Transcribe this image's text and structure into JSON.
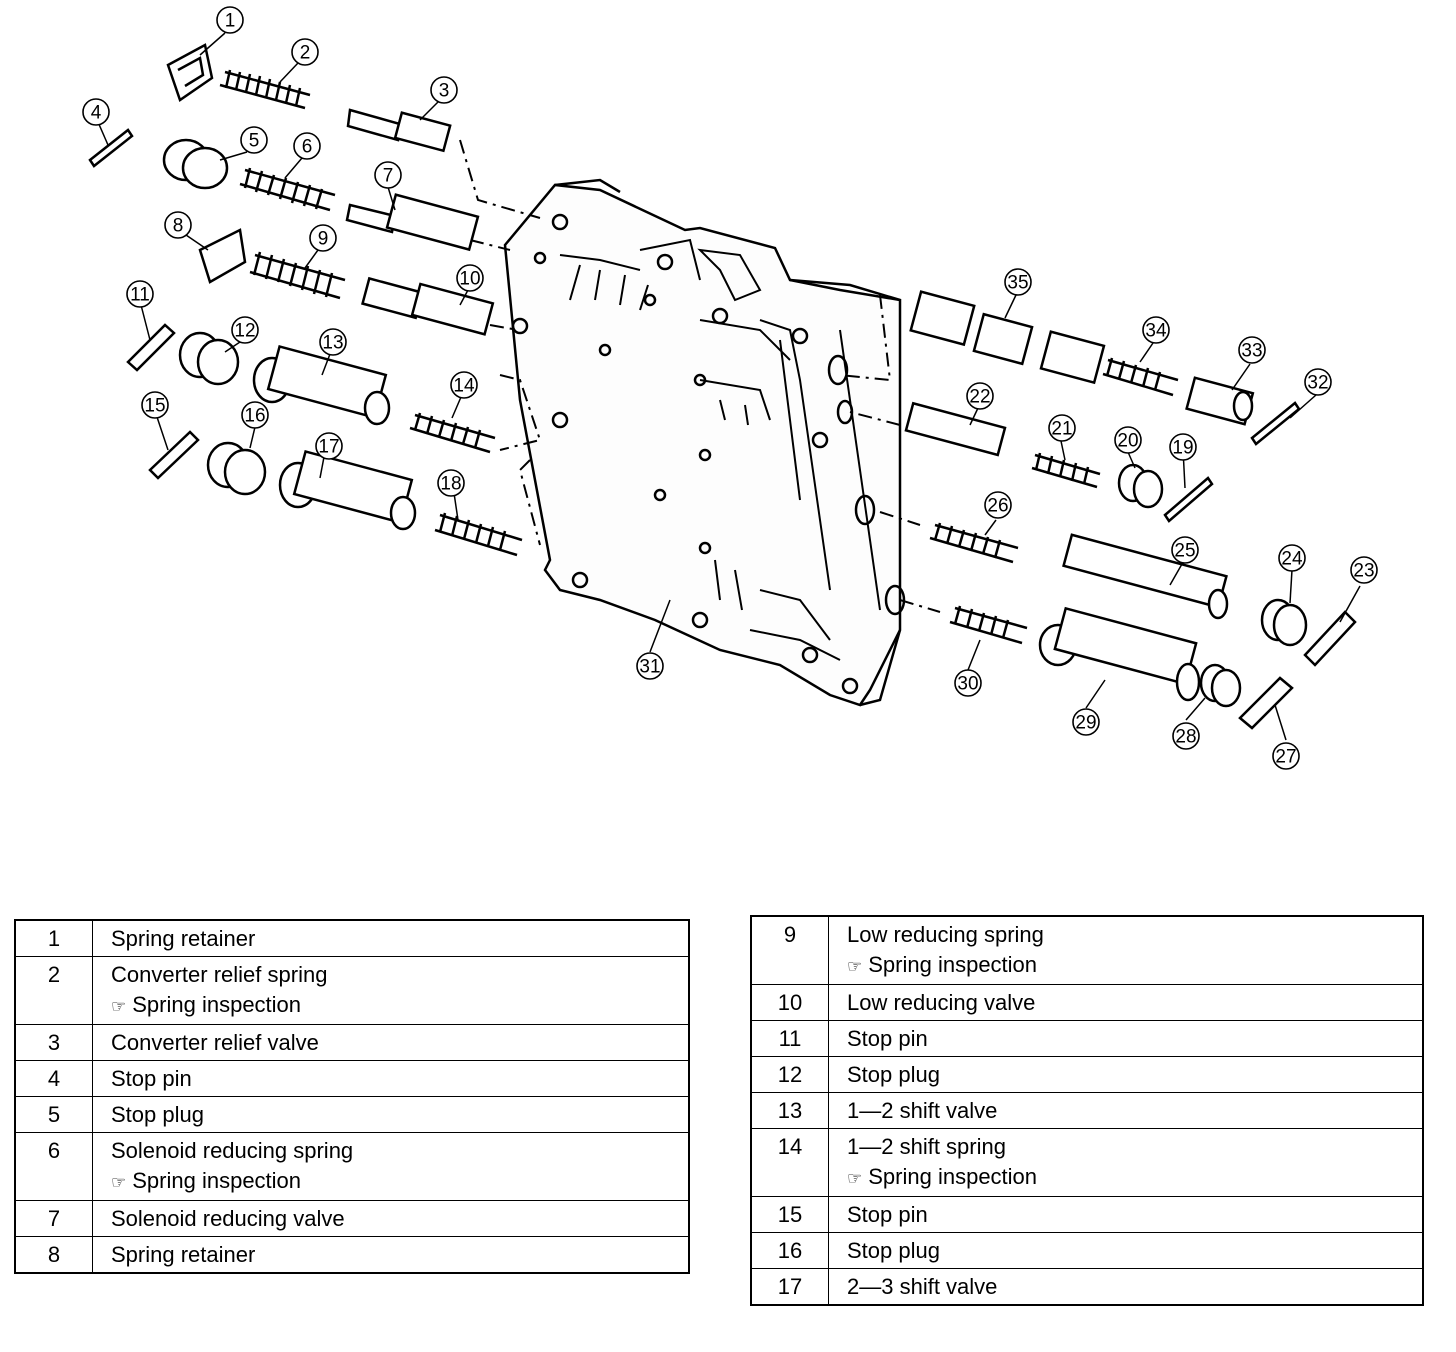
{
  "diagram": {
    "callouts": [
      "1",
      "2",
      "3",
      "4",
      "5",
      "6",
      "7",
      "8",
      "9",
      "10",
      "11",
      "12",
      "13",
      "14",
      "15",
      "16",
      "17",
      "18",
      "19",
      "20",
      "21",
      "22",
      "23",
      "24",
      "25",
      "26",
      "27",
      "28",
      "29",
      "30",
      "31",
      "32",
      "33",
      "34",
      "35"
    ]
  },
  "ref_icon": "pointing-hand-icon",
  "table_left": [
    {
      "num": "1",
      "name": "Spring retainer",
      "ref": ""
    },
    {
      "num": "2",
      "name": "Converter relief spring",
      "ref": "Spring inspection"
    },
    {
      "num": "3",
      "name": "Converter relief valve",
      "ref": ""
    },
    {
      "num": "4",
      "name": "Stop pin",
      "ref": ""
    },
    {
      "num": "5",
      "name": "Stop plug",
      "ref": ""
    },
    {
      "num": "6",
      "name": "Solenoid reducing spring",
      "ref": "Spring inspection"
    },
    {
      "num": "7",
      "name": "Solenoid reducing valve",
      "ref": ""
    },
    {
      "num": "8",
      "name": "Spring retainer",
      "ref": ""
    }
  ],
  "table_right": [
    {
      "num": "9",
      "name": "Low reducing spring",
      "ref": "Spring inspection"
    },
    {
      "num": "10",
      "name": "Low reducing valve",
      "ref": ""
    },
    {
      "num": "11",
      "name": "Stop pin",
      "ref": ""
    },
    {
      "num": "12",
      "name": "Stop plug",
      "ref": ""
    },
    {
      "num": "13",
      "name": "1—2 shift valve",
      "ref": ""
    },
    {
      "num": "14",
      "name": "1—2 shift spring",
      "ref": "Spring inspection"
    },
    {
      "num": "15",
      "name": "Stop pin",
      "ref": ""
    },
    {
      "num": "16",
      "name": "Stop plug",
      "ref": ""
    },
    {
      "num": "17",
      "name": "2—3 shift valve",
      "ref": ""
    }
  ]
}
